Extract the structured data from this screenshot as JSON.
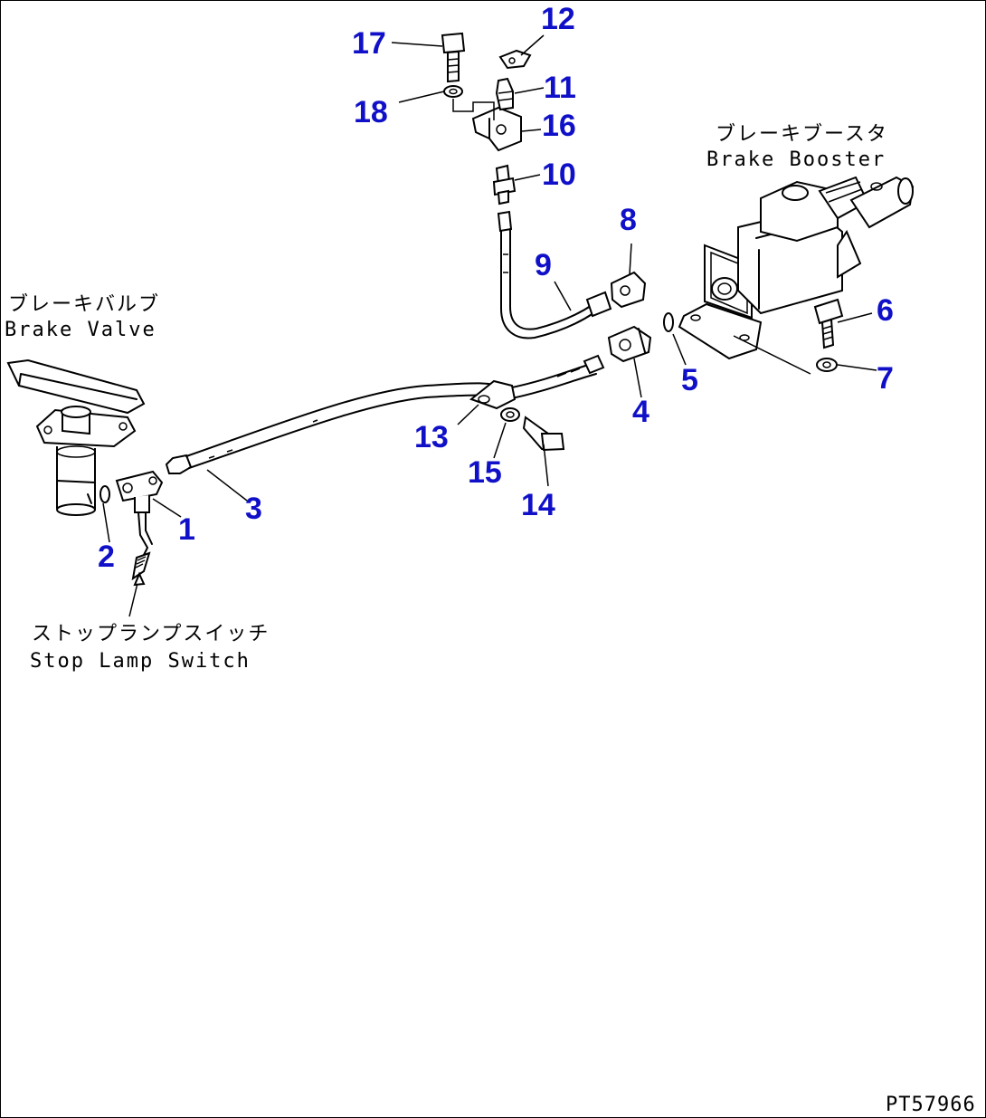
{
  "labels": {
    "brake_valve_jp": "ブレーキバルブ",
    "brake_valve_en": "Brake Valve",
    "brake_booster_jp": "ブレーキブースタ",
    "brake_booster_en": "Brake Booster",
    "stop_lamp_jp": "ストップランプスイッチ",
    "stop_lamp_en": "Stop Lamp Switch"
  },
  "parts": {
    "p1": "1",
    "p2": "2",
    "p3": "3",
    "p4": "4",
    "p5": "5",
    "p6": "6",
    "p7": "7",
    "p8": "8",
    "p9": "9",
    "p10": "10",
    "p11": "11",
    "p12": "12",
    "p13": "13",
    "p14": "14",
    "p15": "15",
    "p16": "16",
    "p17": "17",
    "p18": "18"
  },
  "figure_code": "PT57966",
  "colors": {
    "part_number": "#1010c8",
    "line": "#000000"
  }
}
